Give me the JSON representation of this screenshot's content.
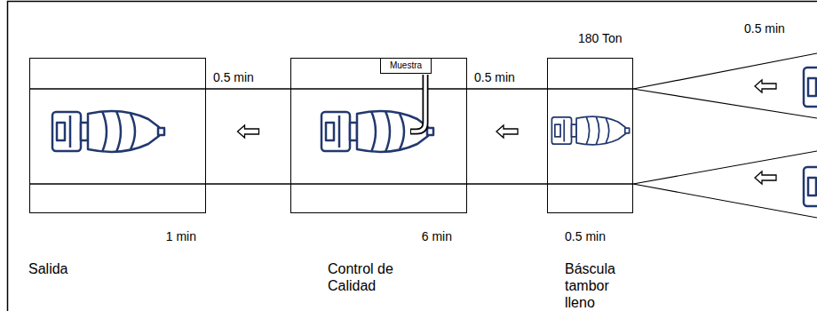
{
  "diagram": {
    "nodes": [
      {
        "text": [
          "Salida",
          "1 min"
        ]
      },
      {
        "text": [
          "Control de Calidad",
          "6 min"
        ]
      },
      {
        "text": [
          "Muestra"
        ],
        "in": 1
      },
      {
        "text": [
          "Báscula tambor lleno",
          "180 Ton",
          "0.5 min"
        ]
      }
    ],
    "edges": [
      {
        "from": 3,
        "to": 1,
        "arrow": "to",
        "label": "0.5 min"
      },
      {
        "from": 1,
        "to": 0,
        "arrow": "to",
        "label": "0.5 min"
      }
    ],
    "labels": [
      "0.5 min"
    ]
  }
}
